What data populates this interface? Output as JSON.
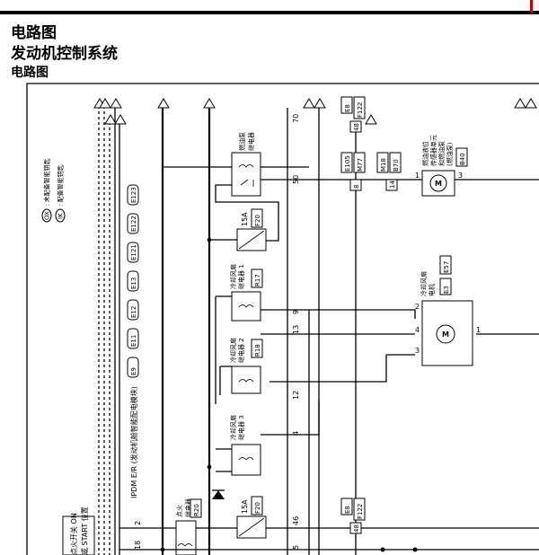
{
  "page": {
    "title": "电路图",
    "subtitle": "发动机控制系统",
    "section": "电路图"
  },
  "diagram": {
    "legend_ox": "OX",
    "legend_ox_text": ": 未配备智能钥匙",
    "legend_ik": "IK",
    "legend_ik_text": ": 配备智能钥匙",
    "ipdm_label": "IPDM E/R (发动机舱智能配电模块)",
    "ipdm_connectors": [
      "E9",
      "E11",
      "E12",
      "E13",
      "E121",
      "E122",
      "E123"
    ],
    "ipdm_pins": [
      "2",
      "18"
    ],
    "ignition_text_1": "点火开关 ON",
    "ignition_text_2": "或 START 位置",
    "fuse_top": {
      "rating": "15A",
      "id": "F20"
    },
    "fuse_bottom": {
      "rating": "15A",
      "id": "F20"
    },
    "fuel_pump_relay": "燃油泵\n继电器",
    "fan_relay_1": {
      "name": "冷却风扇\n继电器 1",
      "id": "R17"
    },
    "fan_relay_2": {
      "name": "冷却风扇\n继电器 2",
      "id": "R18"
    },
    "fan_relay_3": {
      "name": "冷却风扇\n继电器 3",
      "id": ""
    },
    "ign_relay": {
      "name": "点火\n继电器",
      "id": "R20"
    },
    "wire_numbers": [
      "70",
      "50",
      "9",
      "13",
      "12",
      "4",
      "46",
      "5"
    ],
    "conn_top": {
      "a": "E8",
      "b": "F122",
      "pin": "48"
    },
    "conn_mid": {
      "a": "E105",
      "b": "M77",
      "pin": "8"
    },
    "conn_mid2": {
      "a": "M18",
      "b": "B70",
      "pin": "14"
    },
    "conn_bottom": {
      "a": "E8",
      "b": "F122",
      "pin": "48"
    },
    "fuel_pump_motor": "燃油液位\n传感器单元\n和燃油泵\n(燃油泵)",
    "fuel_pump_motor_id": "B40",
    "fuel_pump_pins": [
      "1",
      "3"
    ],
    "fan_motor": "冷却风扇\n电机",
    "fan_motor_ids": [
      "E57",
      "E3"
    ],
    "fan_motor_pins": [
      "2",
      "4",
      "3",
      "1"
    ],
    "motor_letter": "M"
  }
}
